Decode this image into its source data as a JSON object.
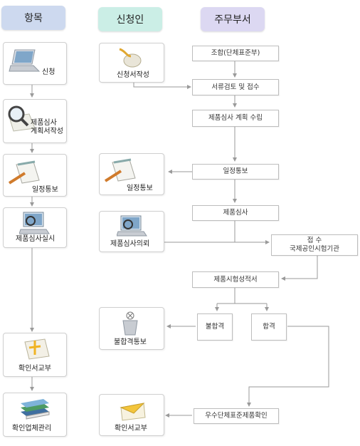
{
  "headers": {
    "item": "항목",
    "applicant": "신청인",
    "agency": "주무부서"
  },
  "left": {
    "apply": "신청",
    "plan1": "제품심사",
    "plan2": "계획서작성",
    "schedule": "일정통보",
    "exam": "제품심사실시",
    "issue": "확인서교부",
    "manage": "확인업체관리"
  },
  "middle": {
    "write": "신청서작성",
    "schedule": "일정통보",
    "request": "제품심사의뢰",
    "fail": "불합격통보",
    "issue": "확인서교부"
  },
  "right": {
    "union": "조합(단체표준부)",
    "review": "서류검토 및 접수",
    "plan": "제품심사 계획 수립",
    "schedule": "일정통보",
    "exam": "제품심사",
    "lab1": "접 수",
    "lab2": "국제공인시험기관",
    "report": "제품시험성적서",
    "fail": "불합격",
    "pass": "합격",
    "confirm": "우수단체표준제품확인"
  },
  "colors": {
    "header_item": "#cdd9ef",
    "header_applicant": "#cbeee6",
    "header_agency": "#dcd8f2",
    "line": "#9a9a9a"
  }
}
